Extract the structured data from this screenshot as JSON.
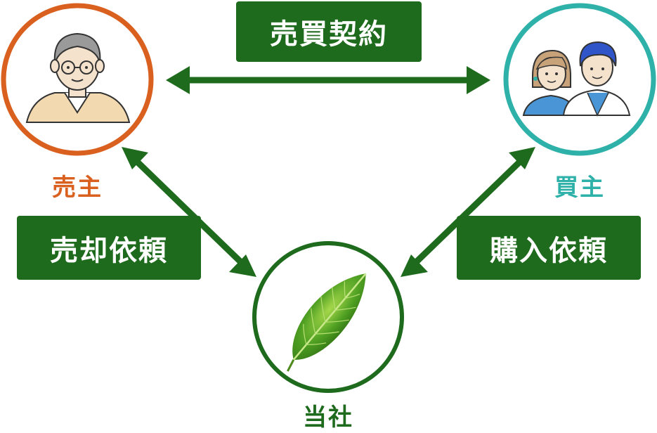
{
  "labels": {
    "contract": "売買契約",
    "sale_request": "売却依頼",
    "purchase_request": "購入依頼"
  },
  "parties": {
    "seller": "売主",
    "buyer": "買主",
    "company": "当社"
  },
  "colors": {
    "seller": "#d9601f",
    "buyer": "#2eb1a9",
    "company": "#1e6b1e",
    "arrow": "#1e6b1e",
    "label_bg": "#1e6b1e"
  },
  "icons": {
    "seller": "elderly-man-icon",
    "buyer": "young-couple-icon",
    "company": "green-leaf-icon"
  }
}
